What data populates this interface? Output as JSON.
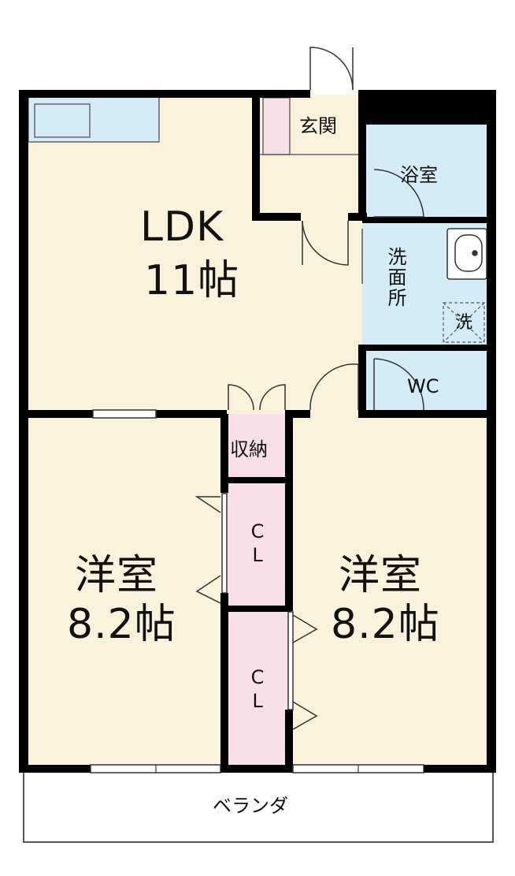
{
  "rooms": {
    "ldk": {
      "name": "LDK",
      "size": "11帖"
    },
    "bedroom_left": {
      "name": "洋室",
      "size": "8.2帖"
    },
    "bedroom_right": {
      "name": "洋室",
      "size": "8.2帖"
    },
    "entrance": {
      "name": "玄関"
    },
    "bath": {
      "name": "浴室"
    },
    "washroom": {
      "name": "洗面所"
    },
    "washer": {
      "name": "洗"
    },
    "wc": {
      "name": "WC"
    },
    "storage": {
      "name": "収納"
    },
    "closet_upper": {
      "name": "CL"
    },
    "closet_lower": {
      "name": "CL"
    },
    "balcony": {
      "name": "ベランダ"
    }
  },
  "colors": {
    "room_beige": "#fbf2dc",
    "wet_area_blue": "#d4ecf8",
    "closet_pink": "#f8dfe9",
    "wall": "#000000"
  }
}
